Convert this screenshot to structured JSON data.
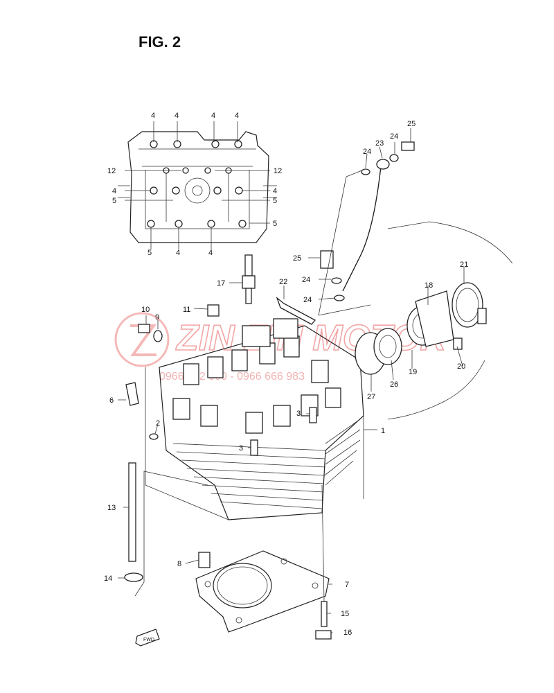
{
  "figure": {
    "title": "FIG. 2"
  },
  "watermark": {
    "brand": "ZIN ZIN MOTOR",
    "phone": "0966 222 000 - 0966 666 983"
  },
  "fwd_label": "FWD",
  "callouts": [
    {
      "n": "1"
    },
    {
      "n": "2"
    },
    {
      "n": "3"
    },
    {
      "n": "3"
    },
    {
      "n": "4"
    },
    {
      "n": "4"
    },
    {
      "n": "4"
    },
    {
      "n": "4"
    },
    {
      "n": "4"
    },
    {
      "n": "4"
    },
    {
      "n": "4"
    },
    {
      "n": "4"
    },
    {
      "n": "5"
    },
    {
      "n": "5"
    },
    {
      "n": "5"
    },
    {
      "n": "5"
    },
    {
      "n": "6"
    },
    {
      "n": "7"
    },
    {
      "n": "8"
    },
    {
      "n": "9"
    },
    {
      "n": "10"
    },
    {
      "n": "11"
    },
    {
      "n": "12"
    },
    {
      "n": "12"
    },
    {
      "n": "13"
    },
    {
      "n": "14"
    },
    {
      "n": "15"
    },
    {
      "n": "16"
    },
    {
      "n": "17"
    },
    {
      "n": "18"
    },
    {
      "n": "19"
    },
    {
      "n": "20"
    },
    {
      "n": "21"
    },
    {
      "n": "22"
    },
    {
      "n": "23"
    },
    {
      "n": "24"
    },
    {
      "n": "24"
    },
    {
      "n": "24"
    },
    {
      "n": "24"
    },
    {
      "n": "25"
    },
    {
      "n": "25"
    },
    {
      "n": "26"
    },
    {
      "n": "27"
    }
  ]
}
